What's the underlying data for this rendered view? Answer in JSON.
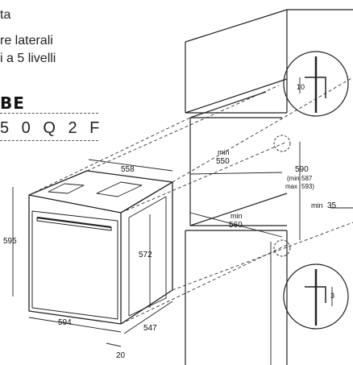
{
  "feature_text": {
    "line1": "ta",
    "line2": "re laterali",
    "line3": "i a 5 livelli"
  },
  "brand": {
    "name": "BE"
  },
  "model": {
    "code": "5 0 Q 2 F"
  },
  "dimensions": {
    "oven_width_top": "558",
    "oven_height_front": "595",
    "oven_width_bottom": "594",
    "oven_depth": "547",
    "door_thickness": "20",
    "inner_height": "572",
    "niche_min_top_label": "min",
    "niche_min_top_value": "550",
    "niche_min_bottom_label": "min",
    "niche_min_bottom_value": "560",
    "niche_height": "590",
    "niche_height_min_label": "(min",
    "niche_height_min_value": "587",
    "niche_height_max_label": "max",
    "niche_height_max_value": "593)",
    "rear_gap_label": "min",
    "rear_gap_value": "35",
    "detail_top_value": "10",
    "detail_bottom_value": "3"
  }
}
